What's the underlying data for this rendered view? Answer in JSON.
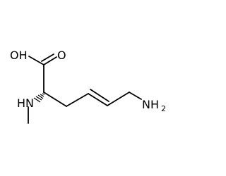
{
  "molecule": {
    "labels": {
      "hydroxyl": "OH",
      "carbonyl_oxygen": "O",
      "methylamino": "HN",
      "terminal_amine": "NH",
      "terminal_amine_subscript": "2"
    },
    "stereo_center": "wedge-hash",
    "bond_color": "#000000",
    "background": "#ffffff"
  }
}
